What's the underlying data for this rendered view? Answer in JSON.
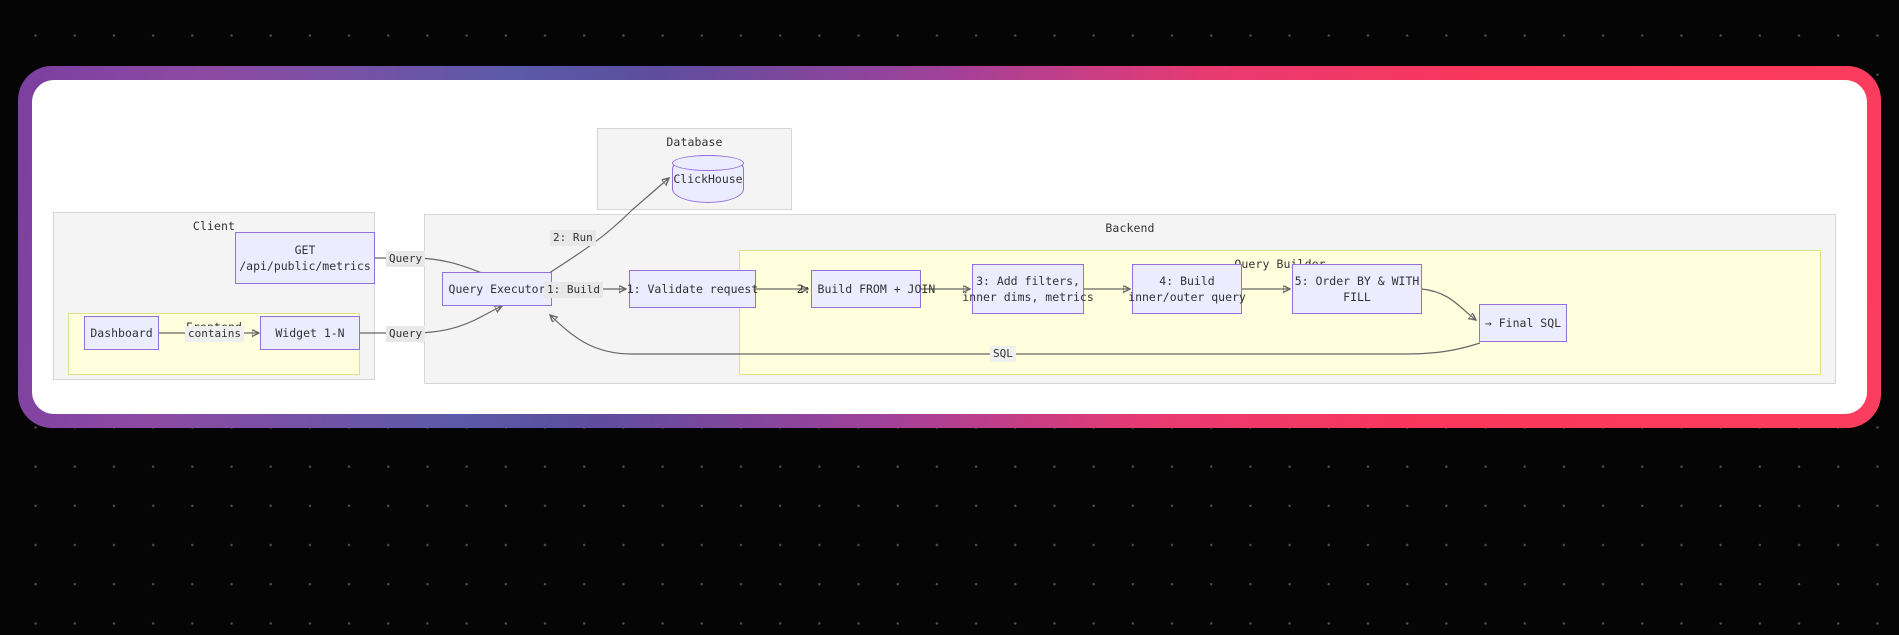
{
  "canvas": {
    "background_color": "#050505",
    "dot_color": "#4a4a4a",
    "card_color": "#ffffff",
    "frame_gradient_from": "#7b3fa0",
    "frame_gradient_mid": "#5b5aa8",
    "frame_gradient_to": "#fb3d5f",
    "node_fill": "#ececff",
    "node_stroke": "#9370db",
    "cluster_fill": "#f4f4f4",
    "cluster_yellow_fill": "#ffffde"
  },
  "clusters": {
    "client": {
      "label": "Client"
    },
    "frontend": {
      "label": "Frontend"
    },
    "database": {
      "label": "Database"
    },
    "backend": {
      "label": "Backend"
    },
    "query_builder": {
      "label": "Query Builder"
    }
  },
  "nodes": {
    "api_endpoint": {
      "line1": "GET",
      "line2": "/api/public/metrics"
    },
    "dashboard": {
      "label": "Dashboard"
    },
    "widget": {
      "label": "Widget 1-N"
    },
    "clickhouse": {
      "label": "ClickHouse"
    },
    "query_executor": {
      "label": "Query Executor"
    },
    "step1": {
      "label": "1: Validate request"
    },
    "step2": {
      "label": "2: Build FROM + JOIN"
    },
    "step3": {
      "line1": "3: Add filters,",
      "line2": "inner dims, metrics"
    },
    "step4": {
      "line1": "4: Build",
      "line2": "inner/outer query"
    },
    "step5": {
      "line1": "5: Order BY & WITH",
      "line2": "FILL"
    },
    "final_sql": {
      "label": "→ Final SQL"
    }
  },
  "edge_labels": {
    "contains": "contains",
    "query_from_api": "Query",
    "query_from_widget": "Query",
    "run": "2: Run",
    "build": "1: Build",
    "sql": "SQL"
  }
}
